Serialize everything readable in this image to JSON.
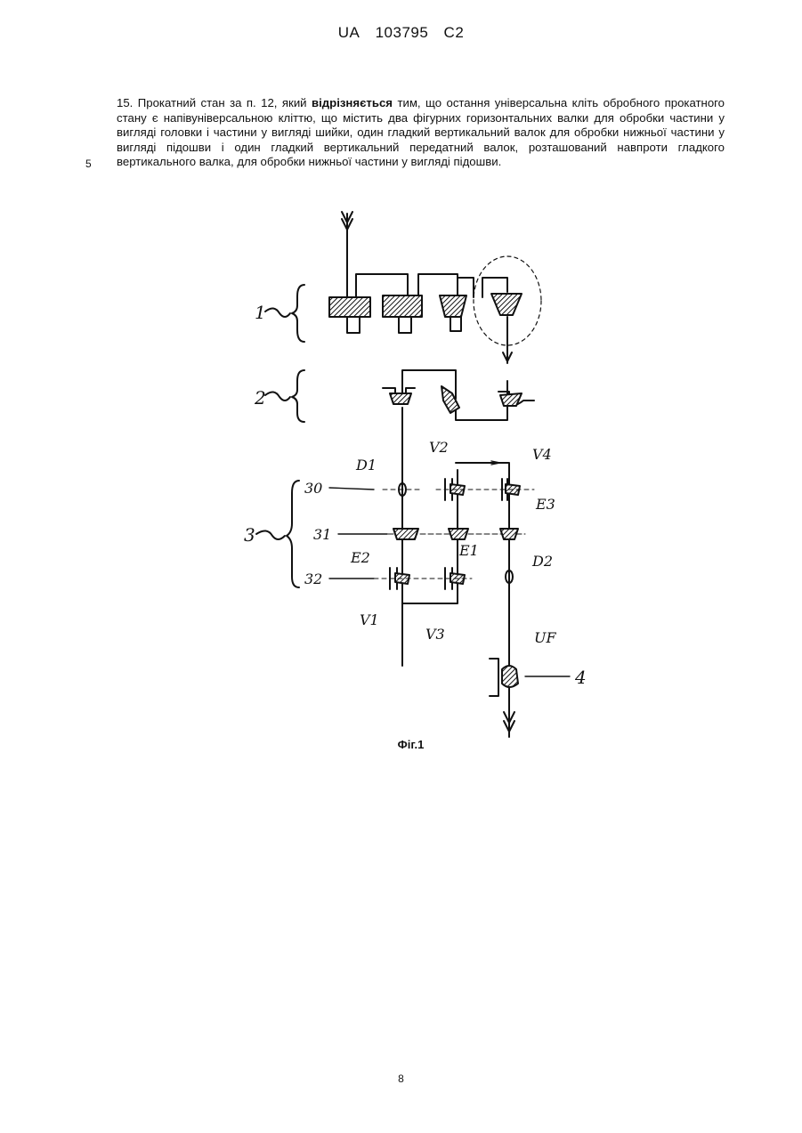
{
  "header": {
    "country": "UA",
    "number": "103795",
    "kind": "C2"
  },
  "line_number": "5",
  "claim": {
    "lead": "15. Прокатний стан за п. 12, який",
    "keyword": "відрізняється",
    "rest": "тим, що остання універсальна кліть обробного прокатного стану є напівуніверсальною кліттю, що містить два фігурних горизонтальних валки для обробки частини у вигляді головки і частини у вигляді шийки, один гладкий вертикальний валок для обробки нижньої частини у вигляді підошви і один гладкий вертикальний передатний валок, розташований навпроти гладкого вертикального валка, для обробки нижньої частини у вигляді підошви."
  },
  "figure": {
    "labels": {
      "l1": "1",
      "l2": "2",
      "l3": "3",
      "l4": "4",
      "l30": "30",
      "l31": "31",
      "l32": "32",
      "d1": "D1",
      "d2": "D2",
      "v1": "V1",
      "v2": "V2",
      "v3": "V3",
      "v4": "V4",
      "e1": "E1",
      "e2": "E2",
      "e3": "E3",
      "uf": "UF"
    },
    "caption": "Фіг.1"
  },
  "page_number": "8"
}
